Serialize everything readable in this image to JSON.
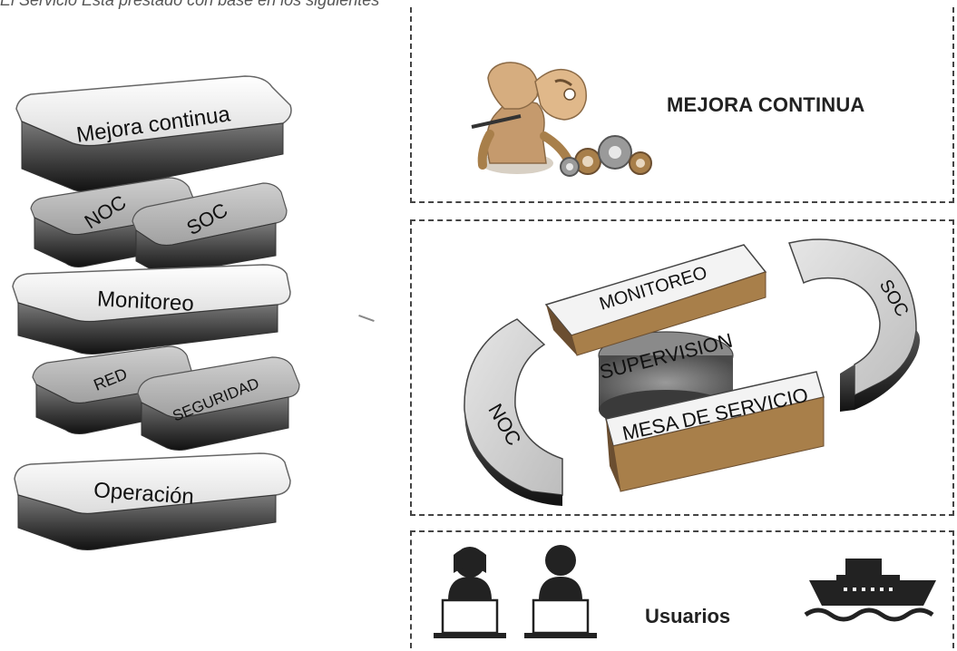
{
  "caption": "El Servicio Esta prestado con base en los siguientes",
  "stack": {
    "mejora": "Mejora continua",
    "noc": "NOC",
    "soc": "SOC",
    "monitoreo": "Monitoreo",
    "red": "RED",
    "seguridad": "SEGURIDAD",
    "operacion": "Operación"
  },
  "right": {
    "mejora_title": "MEJORA CONTINUA",
    "monitoreo": "MONITOREO",
    "supervision": "SUPERVISION",
    "mesa": "MESA DE SERVICIO",
    "noc": "NOC",
    "soc": "SOC",
    "usuarios": "Usuarios"
  },
  "colors": {
    "gray_light": "#d9d9d9",
    "gray_mid": "#9a9a9a",
    "gray_dark": "#333333",
    "tan": "#a87f4a",
    "tan_light": "#ccb08a",
    "panel_white": "#f7f7f7"
  },
  "icons": {
    "gears": "gears-icon",
    "user_woman": "user-woman-icon",
    "user_man": "user-man-icon",
    "laptop": "laptop-icon",
    "ship": "ship-icon",
    "mechanic": "mechanic-icon"
  }
}
